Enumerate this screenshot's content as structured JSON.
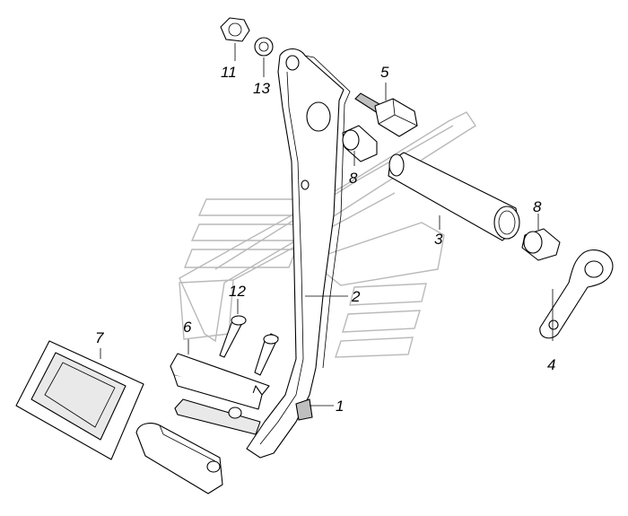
{
  "callouts": {
    "c1": "1",
    "c2": "2",
    "c3": "3",
    "c4": "4",
    "c5": "5",
    "c6": "6",
    "c7": "7",
    "c8a": "8",
    "c8b": "8",
    "c11": "11",
    "c12": "12",
    "c13": "13"
  },
  "colors": {
    "line": "#000000",
    "watermark": "#b9b9b9",
    "background": "#ffffff"
  }
}
